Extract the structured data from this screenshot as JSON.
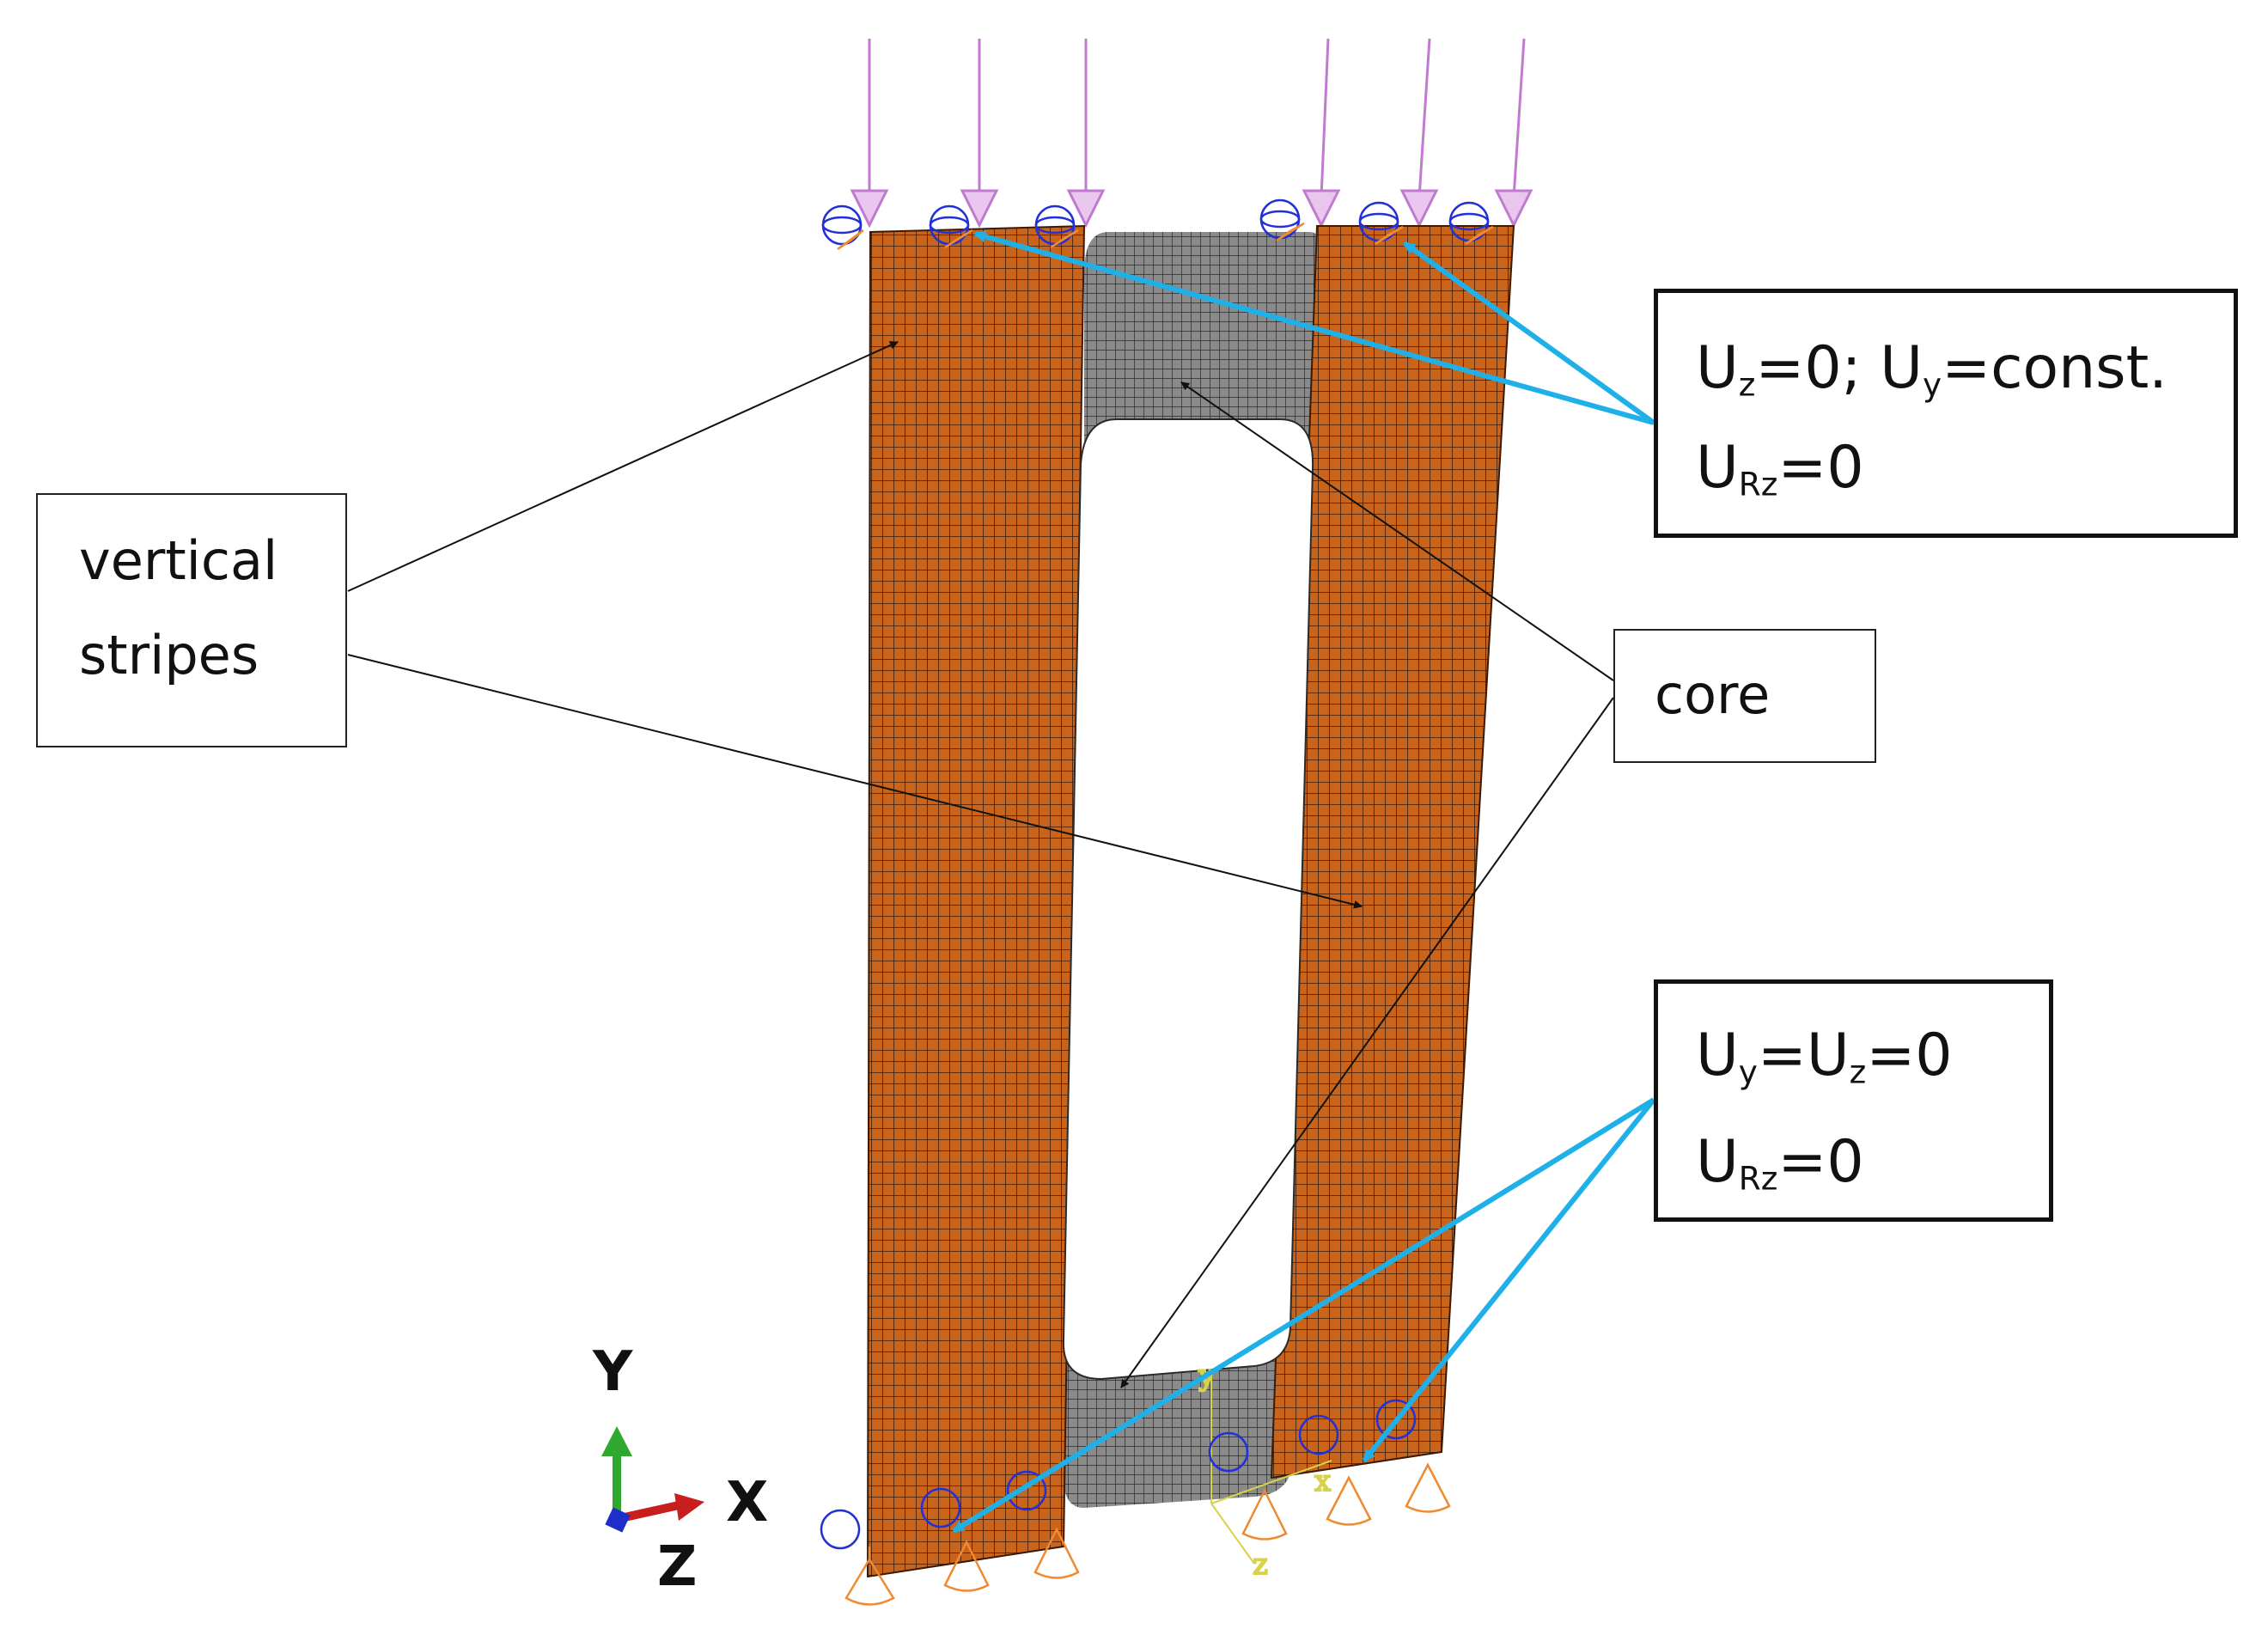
{
  "labels": {
    "vertical_stripes": [
      "vertical",
      "stripes"
    ],
    "core": "core"
  },
  "bc_top": {
    "line1": {
      "u": "U",
      "z_sub": "z",
      "mid": "=0; U",
      "y_sub": "y",
      "end": "=const."
    },
    "line2": {
      "u": "U",
      "sub": "Rz",
      "end": "=0"
    }
  },
  "bc_bottom": {
    "line1": {
      "u": "U",
      "y_sub": "y",
      "mid": "=U",
      "z_sub": "z",
      "end": "=0"
    },
    "line2": {
      "u": "U",
      "sub": "Rz",
      "end": "=0"
    }
  },
  "triad": {
    "y": "Y",
    "x": "X",
    "z": "Z"
  },
  "small_triad": {
    "y": "y",
    "x": "x",
    "z": "z"
  },
  "colors": {
    "stripe": "#c8641c",
    "stripe_mesh": "#3a1a05",
    "core": "#8a8a8a",
    "core_mesh": "#2a2a2a",
    "load_arrow": "#c27ad0",
    "bc_blue": "#2230d8",
    "bc_orange": "#f08a30",
    "leader_blue": "#1fb0e8",
    "triad_y": "#2ea82e",
    "triad_x": "#c81e1e",
    "triad_z": "#1e2ec8"
  }
}
